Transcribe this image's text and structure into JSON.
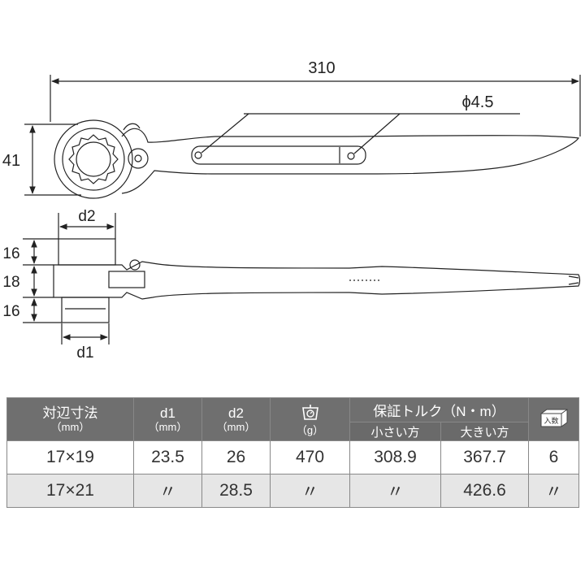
{
  "dimensions": {
    "overall_length": "310",
    "hole_diameter": "ϕ4.5",
    "head_height": "41",
    "d2_label": "d2",
    "d1_label": "d1",
    "thickness_top": "16",
    "thickness_mid": "18",
    "thickness_bottom": "16"
  },
  "table": {
    "headers": {
      "size_main": "対辺寸法",
      "size_unit": "（mm）",
      "d1_main": "d1",
      "d1_unit": "（mm）",
      "d2_main": "d2",
      "d2_unit": "（mm）",
      "weight_unit": "（g）",
      "weight_icon": "scale-icon",
      "torque_main": "保証トルク（N・m）",
      "torque_small": "小さい方",
      "torque_large": "大きい方",
      "qty_icon": "box-icon",
      "qty_icon_text": "入数"
    },
    "rows": [
      {
        "size": "17×19",
        "d1": "23.5",
        "d2": "26",
        "weight": "470",
        "torque_small": "308.9",
        "torque_large": "367.7",
        "qty": "6"
      },
      {
        "size": "17×21",
        "d1": "〃",
        "d2": "28.5",
        "weight": "〃",
        "torque_small": "〃",
        "torque_large": "426.6",
        "qty": "〃"
      }
    ]
  },
  "colors": {
    "header_bg": "#6f6f6f",
    "alt_row_bg": "#e6e6e6",
    "line": "#222222"
  }
}
